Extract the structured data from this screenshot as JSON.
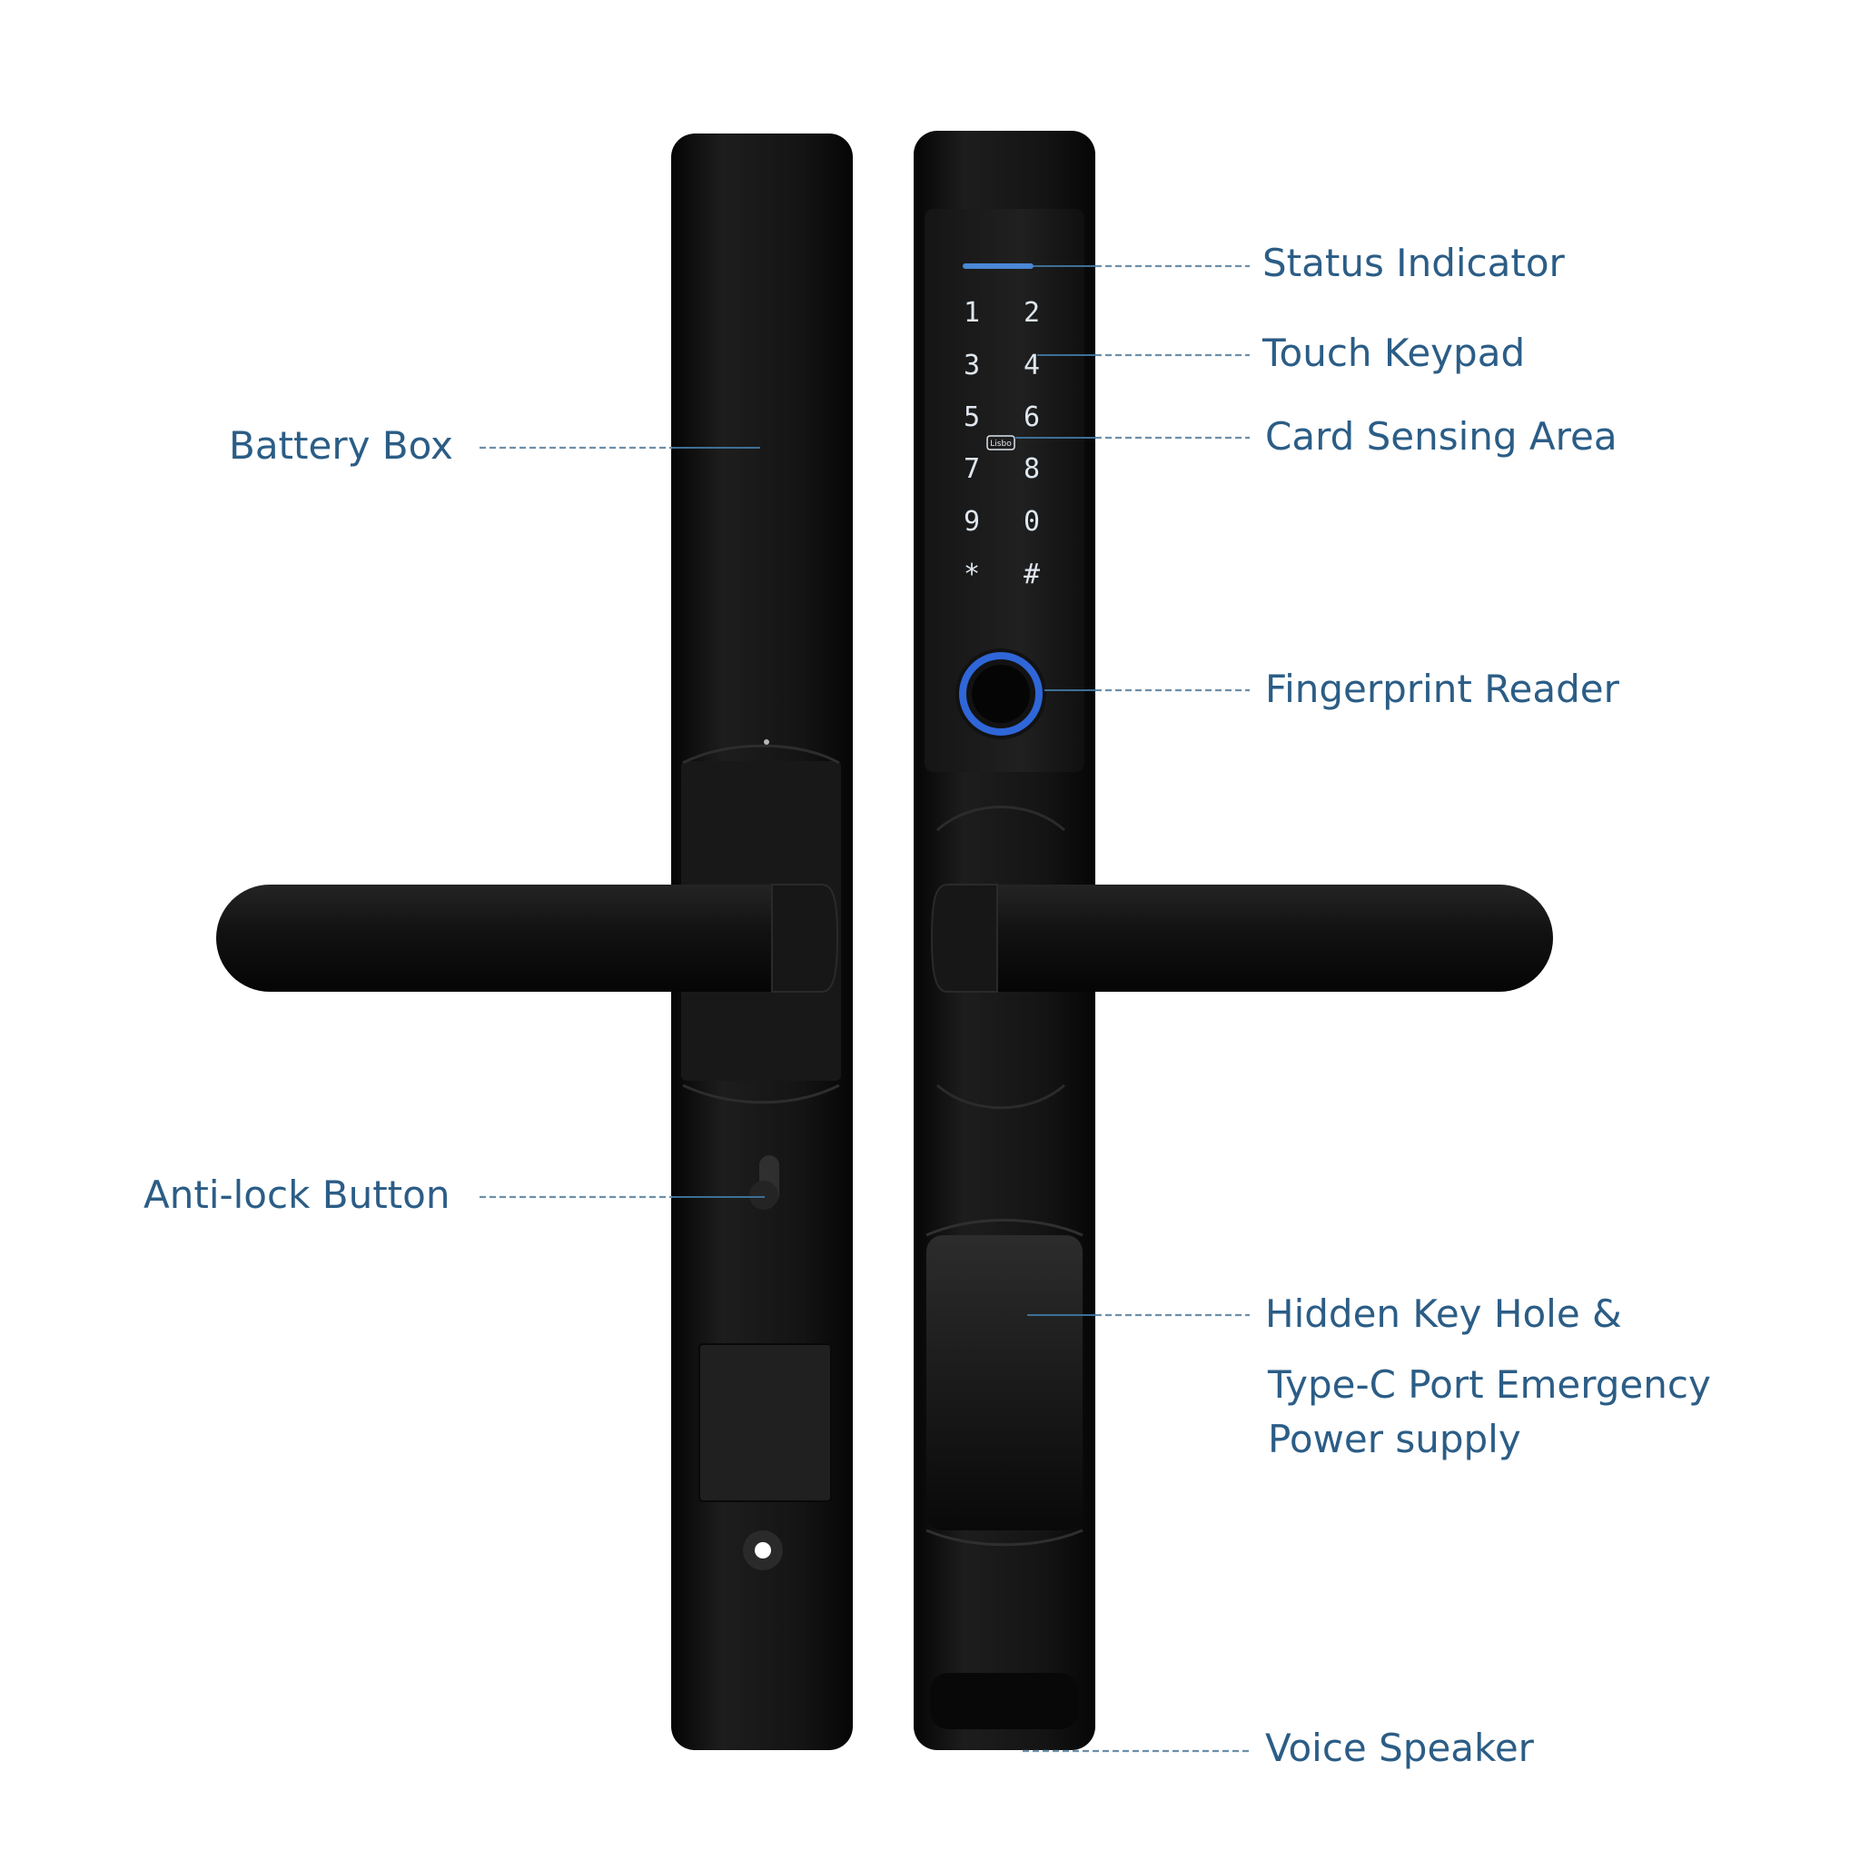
{
  "colors": {
    "label_text": "#2b5d86",
    "leader_line": "#6d8fa9",
    "lock_body": "#161616",
    "keypad_glyph": "#dfe6ee",
    "fingerprint_ring": "#2f66d8",
    "status_bar": "#4a88d6"
  },
  "labels": {
    "battery_box": "Battery Box",
    "anti_lock_button": "Anti-lock Button",
    "status_indicator": "Status Indicator",
    "touch_keypad": "Touch Keypad",
    "card_sensing_area": "Card Sensing Area",
    "fingerprint_reader": "Fingerprint Reader",
    "hidden_key_hole_line1": "Hidden Key Hole &",
    "hidden_key_hole_line2": "Type-C Port Emergency",
    "hidden_key_hole_line3": "Power supply",
    "voice_speaker": "Voice Speaker"
  },
  "keypad": {
    "keys": [
      "1",
      "2",
      "3",
      "4",
      "5",
      "6",
      "7",
      "8",
      "9",
      "0",
      "*",
      "#"
    ],
    "card_badge": "Lisbo"
  }
}
